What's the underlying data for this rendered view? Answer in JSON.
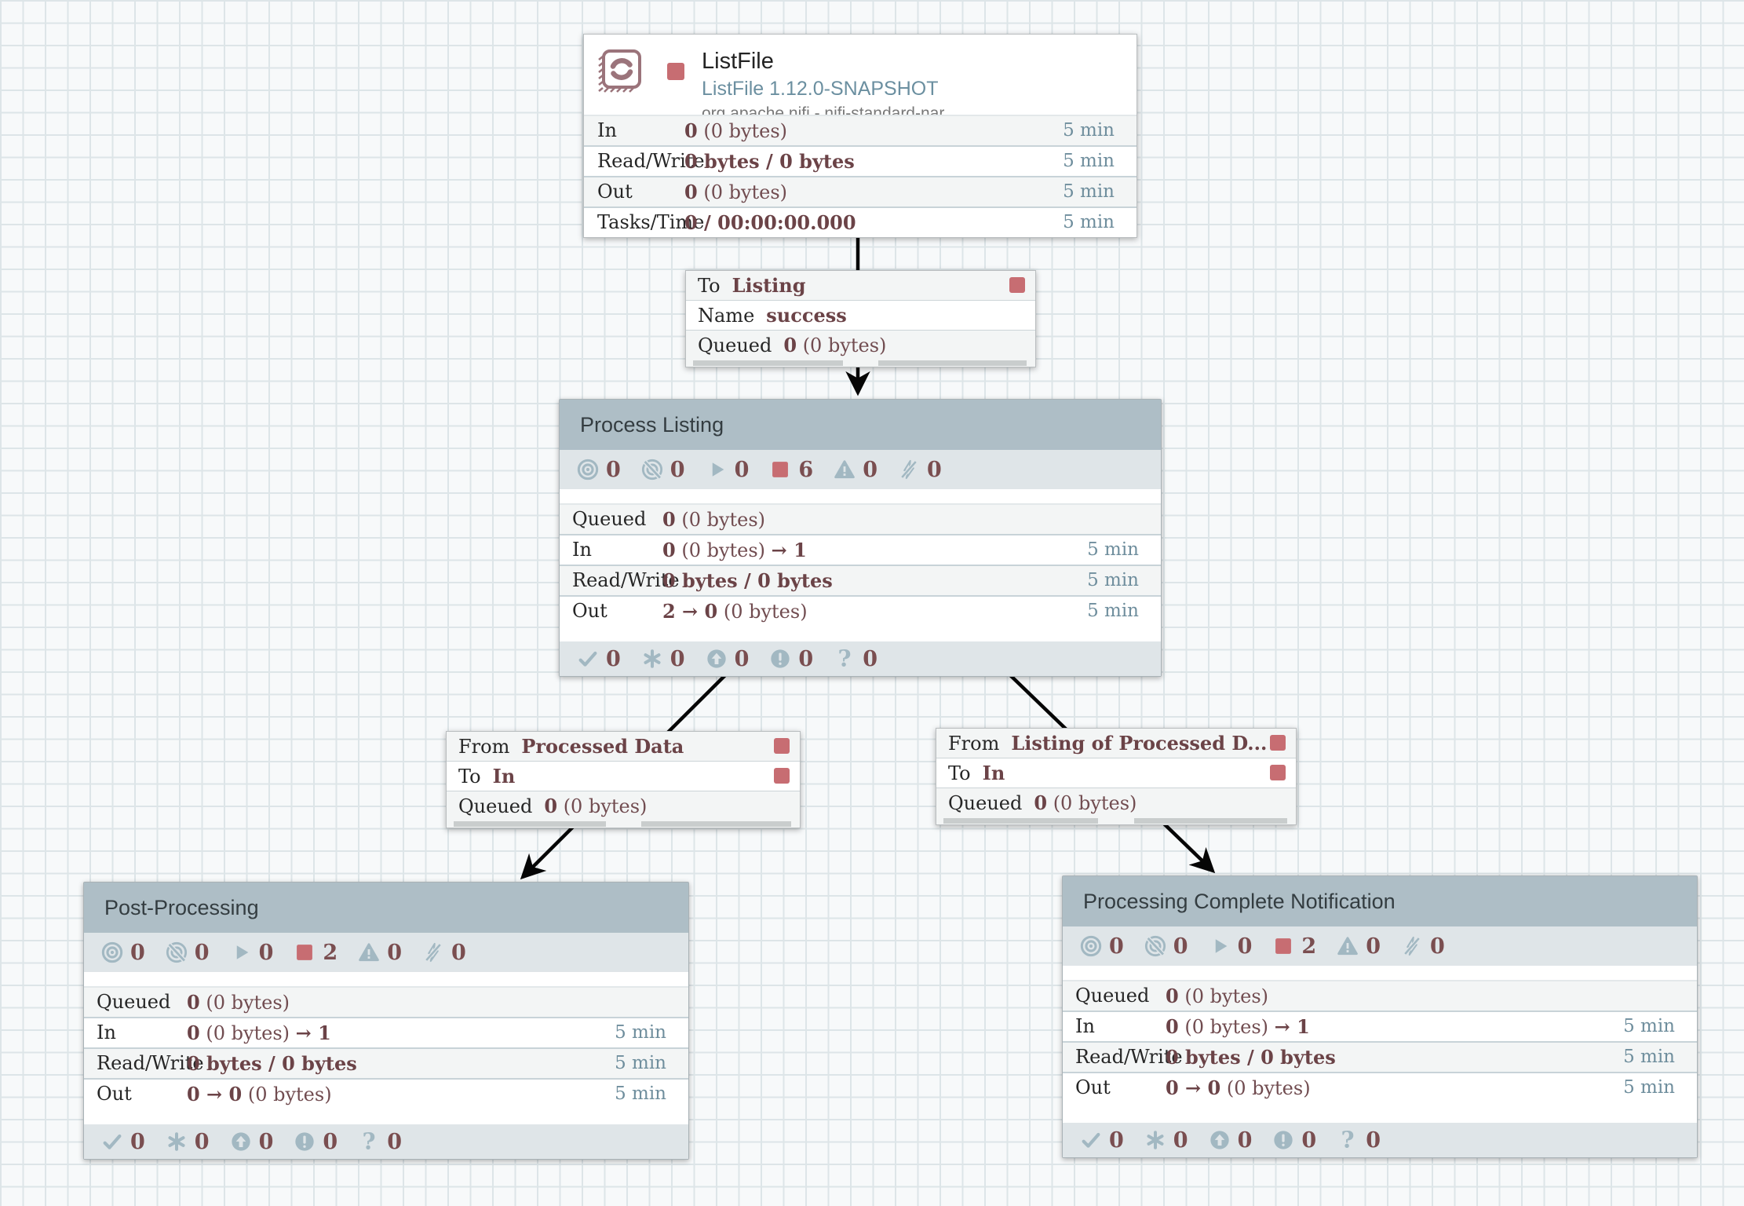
{
  "colors": {
    "accent_rose": "#c76d72",
    "value_maroon": "#6b4347",
    "icon_blue_gray": "#a2b8c2",
    "group_header_bg": "#aebec6",
    "strip_bg": "#dfe5e8",
    "time_blue": "#6f8e9d"
  },
  "processor": {
    "title": "ListFile",
    "subtitle": "ListFile 1.12.0-SNAPSHOT",
    "bundle": "org.apache.nifi - nifi-standard-nar",
    "state": "stopped",
    "stats": [
      {
        "label": "In",
        "segments": [
          [
            "0",
            1
          ],
          [
            " (0 bytes)",
            0
          ]
        ],
        "time": "5 min"
      },
      {
        "label": "Read/Write",
        "segments": [
          [
            "0 bytes / 0 bytes",
            1
          ]
        ],
        "time": "5 min"
      },
      {
        "label": "Out",
        "segments": [
          [
            "0",
            1
          ],
          [
            " (0 bytes)",
            0
          ]
        ],
        "time": "5 min"
      },
      {
        "label": "Tasks/Time",
        "segments": [
          [
            "0 / 00:00:00.000",
            1
          ]
        ],
        "time": "5 min"
      }
    ]
  },
  "connections": [
    {
      "rows": [
        {
          "label": "To",
          "value": "Listing",
          "square": true
        },
        {
          "label": "Name",
          "value": "success",
          "square": false
        },
        {
          "label": "Queued",
          "segments": [
            [
              "0",
              1
            ],
            [
              " (0 bytes)",
              0
            ]
          ],
          "square": false
        }
      ]
    },
    {
      "rows": [
        {
          "label": "From",
          "value": "Processed Data",
          "square": true
        },
        {
          "label": "To",
          "value": "In",
          "square": true
        },
        {
          "label": "Queued",
          "segments": [
            [
              "0",
              1
            ],
            [
              " (0 bytes)",
              0
            ]
          ],
          "square": false
        }
      ]
    },
    {
      "rows": [
        {
          "label": "From",
          "value": "Listing of Processed D...",
          "square": true
        },
        {
          "label": "To",
          "value": "In",
          "square": true
        },
        {
          "label": "Queued",
          "segments": [
            [
              "0",
              1
            ],
            [
              " (0 bytes)",
              0
            ]
          ],
          "square": false
        }
      ]
    }
  ],
  "groups": [
    {
      "title": "Process Listing",
      "state_counts": [
        {
          "icon": "transmitting",
          "count": "0"
        },
        {
          "icon": "not-transmitting",
          "count": "0"
        },
        {
          "icon": "running",
          "count": "0"
        },
        {
          "icon": "stopped",
          "count": "6"
        },
        {
          "icon": "invalid",
          "count": "0"
        },
        {
          "icon": "disabled",
          "count": "0"
        }
      ],
      "stats": [
        {
          "label": "Queued",
          "segments": [
            [
              "0",
              1
            ],
            [
              " (0 bytes)",
              0
            ]
          ],
          "time": ""
        },
        {
          "label": "In",
          "segments": [
            [
              "0",
              1
            ],
            [
              " (0 bytes) ",
              0
            ],
            [
              "→ 1",
              1
            ]
          ],
          "time": "5 min"
        },
        {
          "label": "Read/Write",
          "segments": [
            [
              "0 bytes / 0 bytes",
              1
            ]
          ],
          "time": "5 min"
        },
        {
          "label": "Out",
          "segments": [
            [
              "2 → 0",
              1
            ],
            [
              " (0 bytes)",
              0
            ]
          ],
          "time": "5 min"
        }
      ],
      "version_counts": [
        {
          "icon": "up-to-date",
          "count": "0"
        },
        {
          "icon": "locally-modified",
          "count": "0"
        },
        {
          "icon": "stale",
          "count": "0"
        },
        {
          "icon": "locally-modified-stale",
          "count": "0"
        },
        {
          "icon": "sync-failure",
          "count": "0"
        }
      ]
    },
    {
      "title": "Post-Processing",
      "state_counts": [
        {
          "icon": "transmitting",
          "count": "0"
        },
        {
          "icon": "not-transmitting",
          "count": "0"
        },
        {
          "icon": "running",
          "count": "0"
        },
        {
          "icon": "stopped",
          "count": "2"
        },
        {
          "icon": "invalid",
          "count": "0"
        },
        {
          "icon": "disabled",
          "count": "0"
        }
      ],
      "stats": [
        {
          "label": "Queued",
          "segments": [
            [
              "0",
              1
            ],
            [
              " (0 bytes)",
              0
            ]
          ],
          "time": ""
        },
        {
          "label": "In",
          "segments": [
            [
              "0",
              1
            ],
            [
              " (0 bytes) ",
              0
            ],
            [
              "→ 1",
              1
            ]
          ],
          "time": "5 min"
        },
        {
          "label": "Read/Write",
          "segments": [
            [
              "0 bytes / 0 bytes",
              1
            ]
          ],
          "time": "5 min"
        },
        {
          "label": "Out",
          "segments": [
            [
              "0 → 0",
              1
            ],
            [
              " (0 bytes)",
              0
            ]
          ],
          "time": "5 min"
        }
      ],
      "version_counts": [
        {
          "icon": "up-to-date",
          "count": "0"
        },
        {
          "icon": "locally-modified",
          "count": "0"
        },
        {
          "icon": "stale",
          "count": "0"
        },
        {
          "icon": "locally-modified-stale",
          "count": "0"
        },
        {
          "icon": "sync-failure",
          "count": "0"
        }
      ]
    },
    {
      "title": "Processing Complete Notification",
      "state_counts": [
        {
          "icon": "transmitting",
          "count": "0"
        },
        {
          "icon": "not-transmitting",
          "count": "0"
        },
        {
          "icon": "running",
          "count": "0"
        },
        {
          "icon": "stopped",
          "count": "2"
        },
        {
          "icon": "invalid",
          "count": "0"
        },
        {
          "icon": "disabled",
          "count": "0"
        }
      ],
      "stats": [
        {
          "label": "Queued",
          "segments": [
            [
              "0",
              1
            ],
            [
              " (0 bytes)",
              0
            ]
          ],
          "time": ""
        },
        {
          "label": "In",
          "segments": [
            [
              "0",
              1
            ],
            [
              " (0 bytes) ",
              0
            ],
            [
              "→ 1",
              1
            ]
          ],
          "time": "5 min"
        },
        {
          "label": "Read/Write",
          "segments": [
            [
              "0 bytes / 0 bytes",
              1
            ]
          ],
          "time": "5 min"
        },
        {
          "label": "Out",
          "segments": [
            [
              "0 → 0",
              1
            ],
            [
              " (0 bytes)",
              0
            ]
          ],
          "time": "5 min"
        }
      ],
      "version_counts": [
        {
          "icon": "up-to-date",
          "count": "0"
        },
        {
          "icon": "locally-modified",
          "count": "0"
        },
        {
          "icon": "stale",
          "count": "0"
        },
        {
          "icon": "locally-modified-stale",
          "count": "0"
        },
        {
          "icon": "sync-failure",
          "count": "0"
        }
      ]
    }
  ]
}
